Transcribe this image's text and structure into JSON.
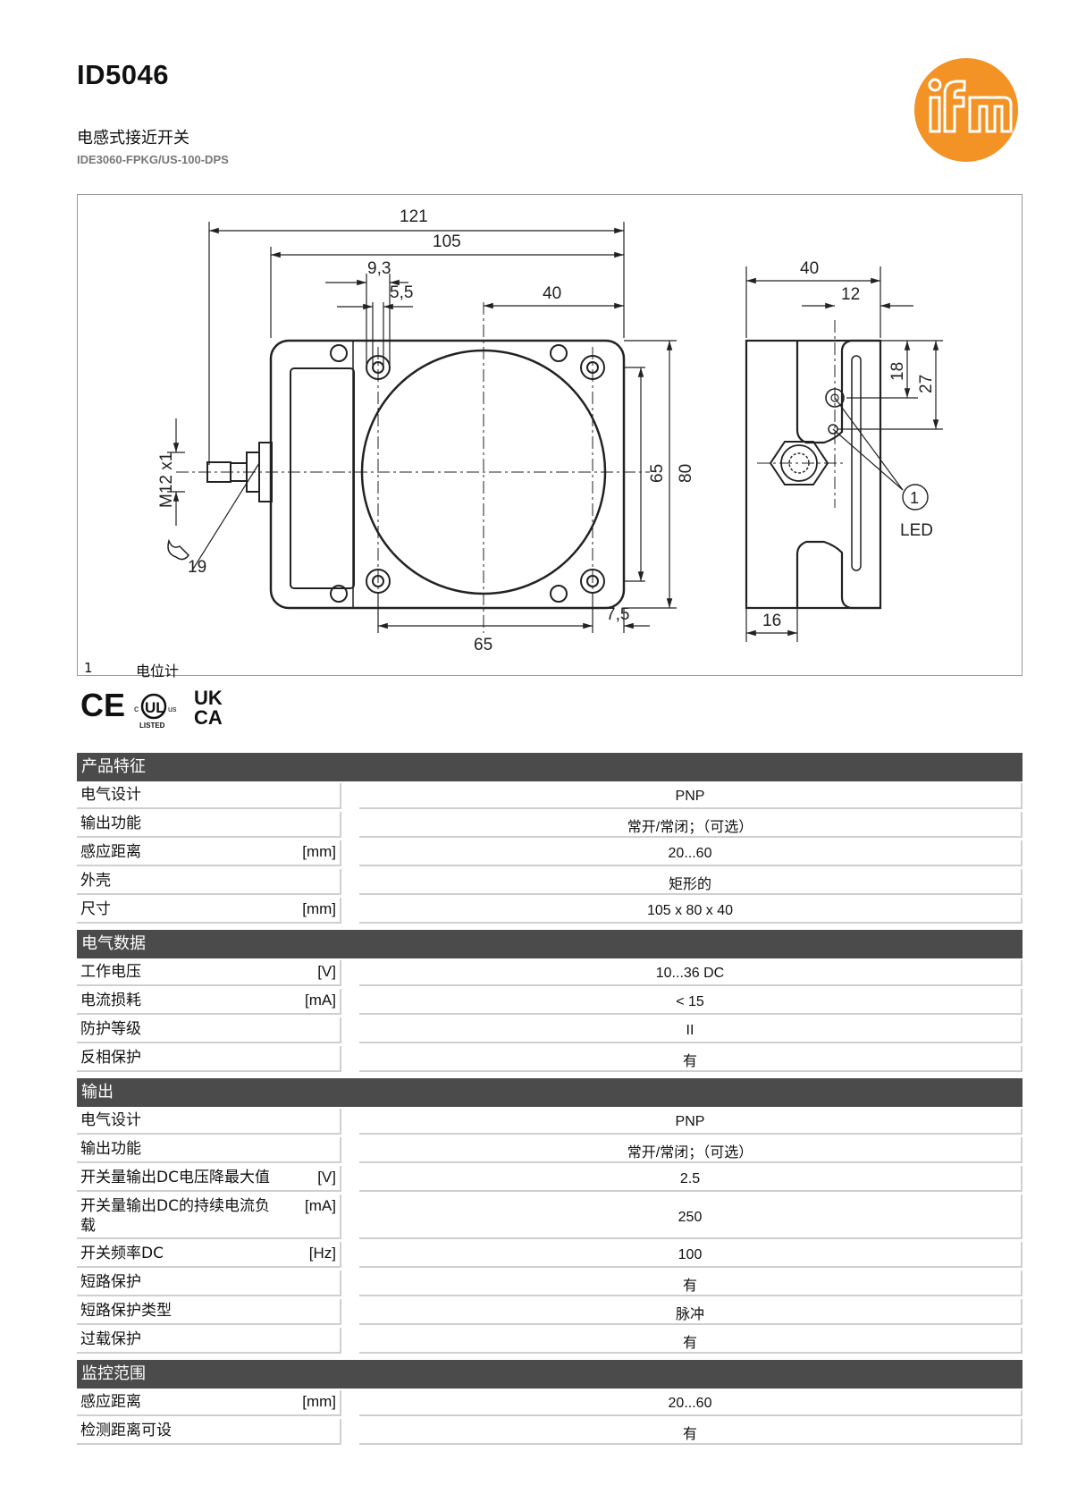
{
  "header": {
    "title": "ID5046",
    "subtitle": "电感式接近开关",
    "model": "IDE3060-FPKG/US-100-DPS"
  },
  "logo": {
    "text": "ifm",
    "color": "#f39325"
  },
  "drawing": {
    "dims": {
      "d121": "121",
      "d105": "105",
      "d9_3": "9,3",
      "d5_5": "5,5",
      "d40_top": "40",
      "d65_h": "65",
      "d80": "80",
      "d65_w": "65",
      "d7_5": "7,5",
      "m12": "M12 x1",
      "d19": "19",
      "d40_side": "40",
      "d12": "12",
      "d18": "18",
      "d27": "27",
      "d16": "16",
      "callout": "1",
      "led": "LED"
    },
    "legend": {
      "num": "1",
      "text": "电位计"
    }
  },
  "certifications": [
    "CE",
    "cULus LISTED",
    "UKCA"
  ],
  "cert_labels": {
    "ce": "CE",
    "ul": "UL",
    "c": "c",
    "us": "us",
    "listed": "LISTED",
    "uk": "UK",
    "ca": "CA"
  },
  "spec_sections": [
    {
      "title": "产品特征",
      "rows": [
        {
          "label": "电气设计",
          "unit": "",
          "value": "PNP"
        },
        {
          "label": "输出功能",
          "unit": "",
          "value": "常开/常闭；（可选）"
        },
        {
          "label": "感应距离",
          "unit": "[mm]",
          "value": "20...60"
        },
        {
          "label": "外壳",
          "unit": "",
          "value": "矩形的"
        },
        {
          "label": "尺寸",
          "unit": "[mm]",
          "value": "105 x 80 x 40"
        }
      ]
    },
    {
      "title": "电气数据",
      "rows": [
        {
          "label": "工作电压",
          "unit": "[V]",
          "value": "10...36 DC"
        },
        {
          "label": "电流损耗",
          "unit": "[mA]",
          "value": "< 15"
        },
        {
          "label": "防护等级",
          "unit": "",
          "value": "II"
        },
        {
          "label": "反相保护",
          "unit": "",
          "value": "有"
        }
      ]
    },
    {
      "title": "输出",
      "rows": [
        {
          "label": "电气设计",
          "unit": "",
          "value": "PNP"
        },
        {
          "label": "输出功能",
          "unit": "",
          "value": "常开/常闭；（可选）"
        },
        {
          "label": "开关量输出DC电压降最大值",
          "unit": "[V]",
          "value": "2.5"
        },
        {
          "label": "开关量输出DC的持续电流负载",
          "unit": "[mA]",
          "value": "250"
        },
        {
          "label": "开关频率DC",
          "unit": "[Hz]",
          "value": "100"
        },
        {
          "label": "短路保护",
          "unit": "",
          "value": "有"
        },
        {
          "label": "短路保护类型",
          "unit": "",
          "value": "脉冲"
        },
        {
          "label": "过载保护",
          "unit": "",
          "value": "有"
        }
      ]
    },
    {
      "title": "监控范围",
      "rows": [
        {
          "label": "感应距离",
          "unit": "[mm]",
          "value": "20...60"
        },
        {
          "label": "检测距离可设",
          "unit": "",
          "value": "有"
        }
      ]
    }
  ]
}
